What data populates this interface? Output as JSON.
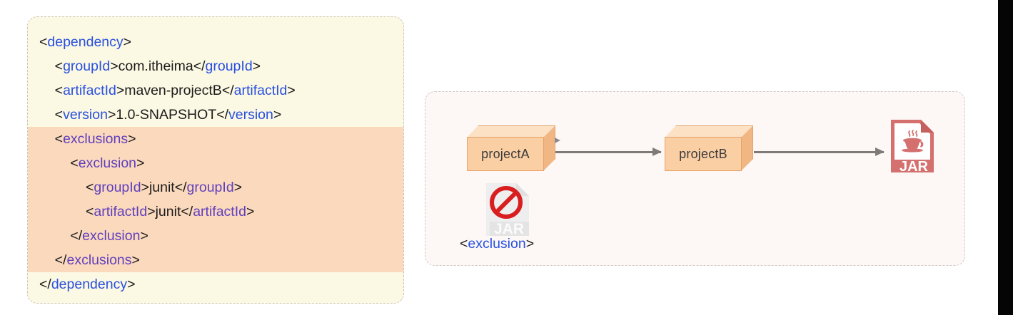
{
  "code_block": {
    "name": "maven-dependency-exclusion-xml",
    "background": "#fbf8e3",
    "highlight_background": "#fbd9bd",
    "tag_color": "#2950e0",
    "highlight_tag_color": "#5f3fbd",
    "lines": [
      {
        "indent": 0,
        "highlight": false,
        "parts": [
          {
            "t": "brk",
            "v": "<"
          },
          {
            "t": "tag",
            "v": "dependency"
          },
          {
            "t": "brk",
            "v": ">"
          }
        ]
      },
      {
        "indent": 1,
        "highlight": false,
        "parts": [
          {
            "t": "brk",
            "v": "<"
          },
          {
            "t": "tag",
            "v": "groupId"
          },
          {
            "t": "brk",
            "v": ">"
          },
          {
            "t": "txt",
            "v": "com.itheima"
          },
          {
            "t": "brk",
            "v": "</"
          },
          {
            "t": "tag",
            "v": "groupId"
          },
          {
            "t": "brk",
            "v": ">"
          }
        ]
      },
      {
        "indent": 1,
        "highlight": false,
        "parts": [
          {
            "t": "brk",
            "v": "<"
          },
          {
            "t": "tag",
            "v": "artifactId"
          },
          {
            "t": "brk",
            "v": ">"
          },
          {
            "t": "txt",
            "v": "maven-projectB"
          },
          {
            "t": "brk",
            "v": "</"
          },
          {
            "t": "tag",
            "v": "artifactId"
          },
          {
            "t": "brk",
            "v": ">"
          }
        ]
      },
      {
        "indent": 1,
        "highlight": false,
        "parts": [
          {
            "t": "brk",
            "v": "<"
          },
          {
            "t": "tag",
            "v": "version"
          },
          {
            "t": "brk",
            "v": ">"
          },
          {
            "t": "txt",
            "v": "1.0-SNAPSHOT"
          },
          {
            "t": "brk",
            "v": "</"
          },
          {
            "t": "tag",
            "v": "version"
          },
          {
            "t": "brk",
            "v": ">"
          }
        ]
      },
      {
        "indent": 1,
        "highlight": true,
        "parts": [
          {
            "t": "brk",
            "v": "<"
          },
          {
            "t": "tag-p",
            "v": "exclusions"
          },
          {
            "t": "brk",
            "v": ">"
          }
        ]
      },
      {
        "indent": 2,
        "highlight": true,
        "parts": [
          {
            "t": "brk",
            "v": "<"
          },
          {
            "t": "tag-p",
            "v": "exclusion"
          },
          {
            "t": "brk",
            "v": ">"
          }
        ]
      },
      {
        "indent": 3,
        "highlight": true,
        "parts": [
          {
            "t": "brk",
            "v": "<"
          },
          {
            "t": "tag-p",
            "v": "groupId"
          },
          {
            "t": "brk",
            "v": ">"
          },
          {
            "t": "txt",
            "v": "junit"
          },
          {
            "t": "brk",
            "v": "</"
          },
          {
            "t": "tag-p",
            "v": "groupId"
          },
          {
            "t": "brk",
            "v": ">"
          }
        ]
      },
      {
        "indent": 3,
        "highlight": true,
        "parts": [
          {
            "t": "brk",
            "v": "<"
          },
          {
            "t": "tag-p",
            "v": "artifactId"
          },
          {
            "t": "brk",
            "v": ">"
          },
          {
            "t": "txt",
            "v": "junit"
          },
          {
            "t": "brk",
            "v": "</"
          },
          {
            "t": "tag-p",
            "v": "artifactId"
          },
          {
            "t": "brk",
            "v": ">"
          }
        ]
      },
      {
        "indent": 2,
        "highlight": true,
        "parts": [
          {
            "t": "brk",
            "v": "</"
          },
          {
            "t": "tag-p",
            "v": "exclusion"
          },
          {
            "t": "brk",
            "v": ">"
          }
        ]
      },
      {
        "indent": 1,
        "highlight": true,
        "parts": [
          {
            "t": "brk",
            "v": "</"
          },
          {
            "t": "tag-p",
            "v": "exclusions"
          },
          {
            "t": "brk",
            "v": ">"
          }
        ]
      },
      {
        "indent": 0,
        "highlight": false,
        "parts": [
          {
            "t": "brk",
            "v": "</"
          },
          {
            "t": "tag",
            "v": "dependency"
          },
          {
            "t": "brk",
            "v": ">"
          }
        ]
      }
    ]
  },
  "diagram": {
    "background": "#fdf8f6",
    "box_a_label": "projectA",
    "box_b_label": "projectB",
    "jar_label": "JAR",
    "excluded_jar_label": "JAR",
    "exclusion_caption_open": "<",
    "exclusion_caption_name": "exclusion",
    "exclusion_caption_close": ">",
    "box_fill": "#fbcfa4",
    "box_top_fill": "#fde1c5",
    "box_side_fill": "#f0b684",
    "arrow_color": "#7d7a78",
    "jar_color": "#d4706e",
    "excluded_jar_color": "#e8e8e8",
    "prohibition_color": "#d81e1e"
  }
}
